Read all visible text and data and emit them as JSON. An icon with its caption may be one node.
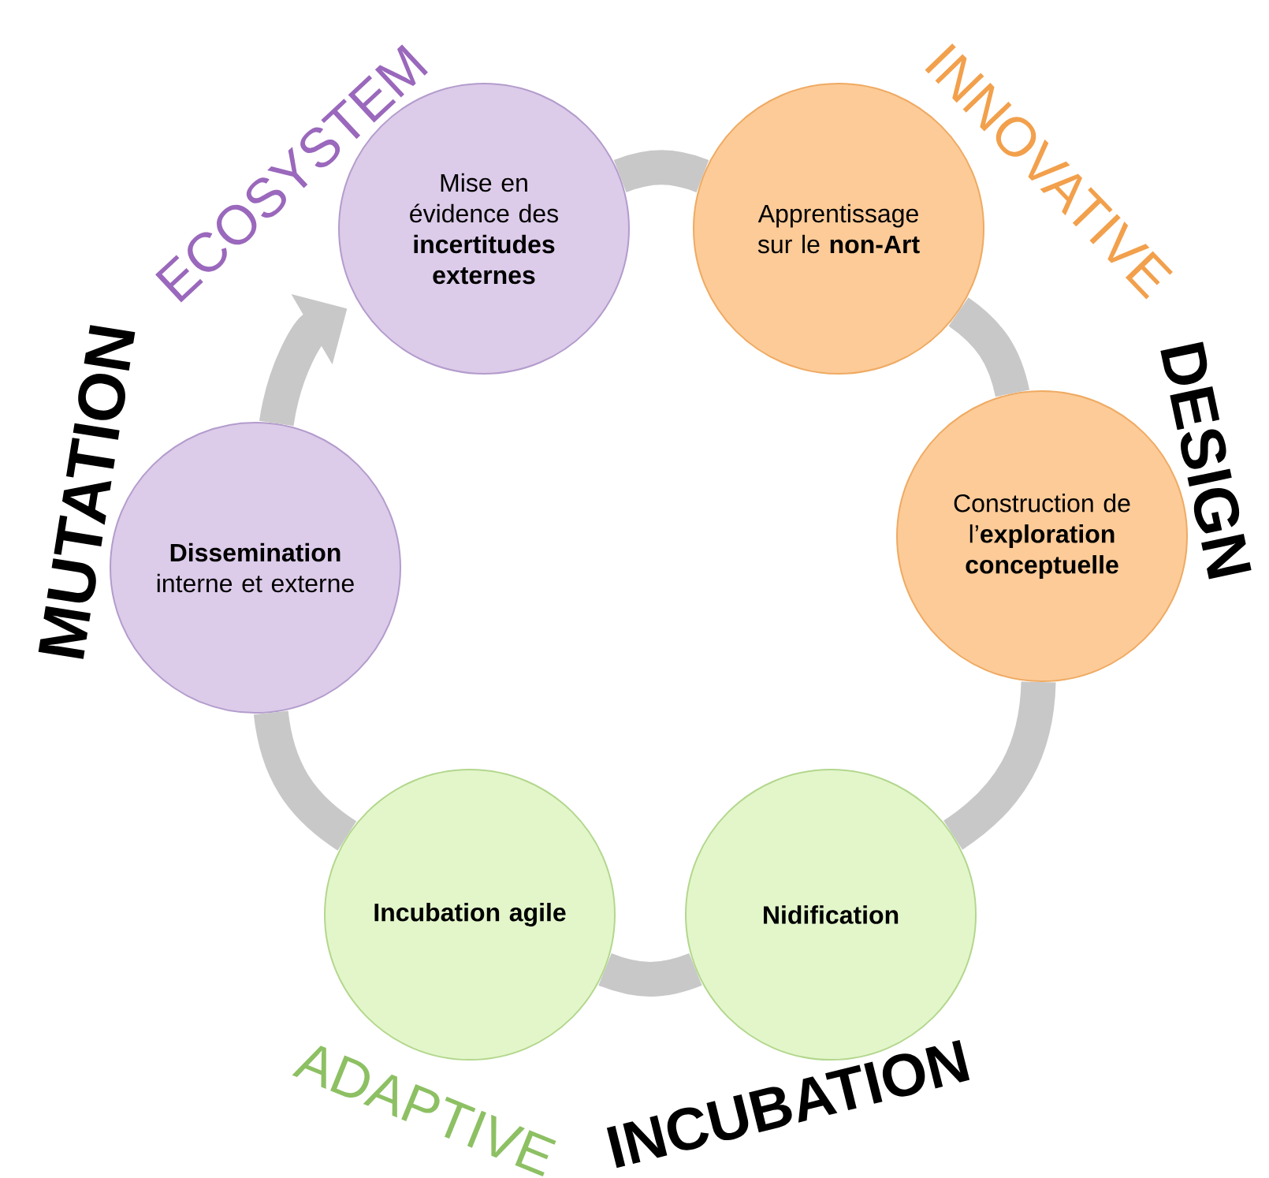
{
  "diagram": {
    "nodes": [
      {
        "text": [
          "Mise en évidence des **incertitudes externes**"
        ]
      },
      {
        "text": [
          "Apprentissage sur le **non-Art**"
        ]
      },
      {
        "text": [
          "Construction de l’**exploration conceptuelle**"
        ]
      },
      {
        "text": [
          "Nidification"
        ]
      },
      {
        "text": [
          "Incubation agile"
        ]
      },
      {
        "text": [
          "**Dissemination** interne et externe"
        ]
      }
    ],
    "edges": [
      {
        "from": 0,
        "to": 1,
        "arrow": "none"
      },
      {
        "from": 1,
        "to": 2,
        "arrow": "none"
      },
      {
        "from": 2,
        "to": 3,
        "arrow": "none"
      },
      {
        "from": 3,
        "to": 4,
        "arrow": "none"
      },
      {
        "from": 4,
        "to": 5,
        "arrow": "none"
      },
      {
        "from": 5,
        "to": 0,
        "arrow": "to"
      }
    ],
    "labels": [
      "MUTATION",
      "ECOSYSTEM",
      "INNOVATIVE",
      "DESIGN",
      "ADAPTIVE",
      "INCUBATION"
    ]
  }
}
